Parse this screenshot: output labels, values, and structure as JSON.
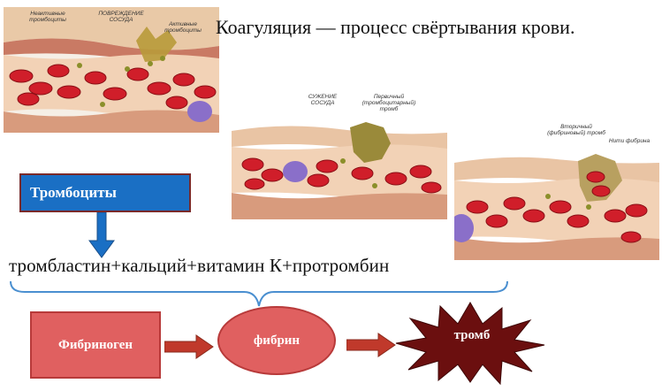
{
  "title": "Коагуляция — процесс свёртывания крови.",
  "panel1": {
    "label_inactive": "Неактивные\nтромбоциты",
    "label_damage": "ПОВРЕЖДЕНИЕ\nСОСУДА",
    "label_active": "Активные\nтромбоциты"
  },
  "panel2": {
    "label_narrowing": "СУЖЕНИЕ\nСОСУДА",
    "label_primary": "Первичный\n(тромбоцитарный)\nтромб"
  },
  "panel3": {
    "label_secondary": "Вторичный\n(фибриновый) тромб",
    "label_fibrin_threads": "Нити фибрина"
  },
  "thrombocytes_label": "Тромбоциты",
  "formula": "тромбластин+кальций+витамин  К+протромбин",
  "fibrinogen_label": "Фибриноген",
  "fibrin_label": "фибрин",
  "thrombus_label": "тромб",
  "colors": {
    "box_blue": "#1a6fc4",
    "shape_red": "#e06060",
    "star_dark_red": "#6b0f0f",
    "arrow_red": "#c0392b",
    "brace_blue": "#4a8fd0"
  }
}
